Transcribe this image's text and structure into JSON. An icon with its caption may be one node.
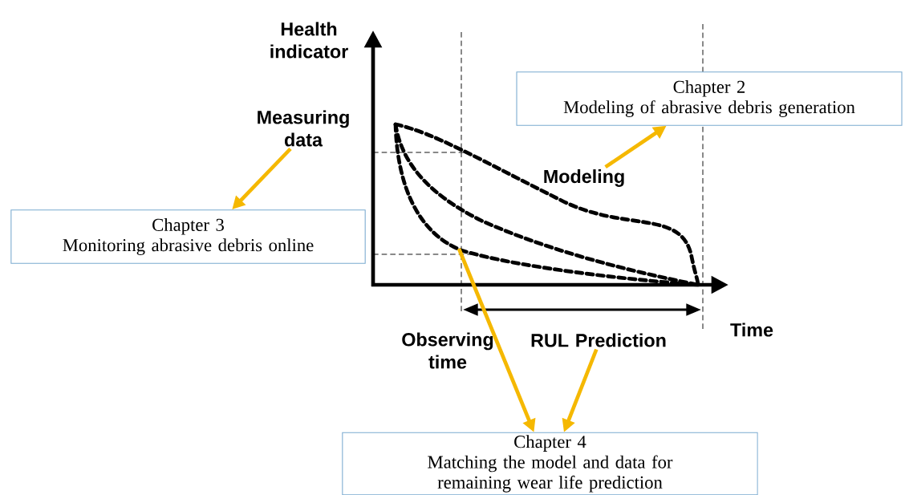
{
  "diagram": {
    "nodes": [
      {
        "text": [
          "Chapter 2",
          "Modeling of abrasive debris generation"
        ]
      },
      {
        "text": [
          "Chapter 3",
          "Monitoring abrasive debris online"
        ]
      },
      {
        "text": [
          "Chapter 4",
          "Matching the model and data for remaining wear life prediction"
        ]
      },
      {
        "text": [
          "Measuring data"
        ]
      },
      {
        "text": [
          "Modeling"
        ]
      },
      {
        "text": [
          "RUL Prediction"
        ]
      }
    ],
    "edges": [
      {
        "from": 3,
        "to": 1,
        "arrow": "to"
      },
      {
        "from": 4,
        "to": 0,
        "arrow": "to"
      },
      {
        "from": 5,
        "to": 2,
        "arrow": "to"
      },
      {
        "from": null,
        "to": 2,
        "arrow": "to"
      }
    ],
    "labels": [
      "Health indicator",
      "Observing time",
      "Time"
    ]
  }
}
